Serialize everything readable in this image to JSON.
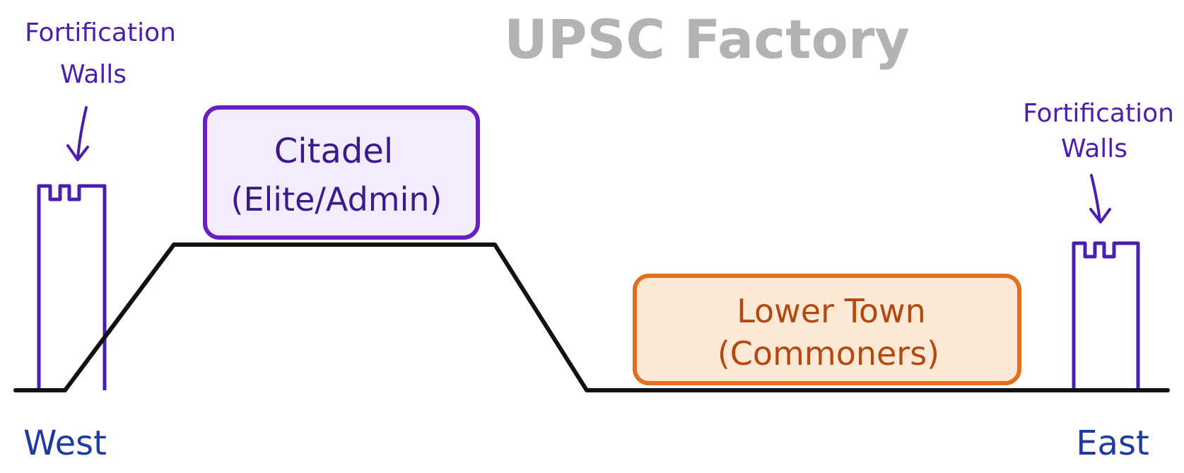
{
  "watermark": {
    "text": "UPSC Factory",
    "color": "#b3b3b3"
  },
  "labels": {
    "west_wall_line1": "Fortification",
    "west_wall_line2": "Walls",
    "east_wall_line1": "Fortification",
    "east_wall_line2": "Walls",
    "west": "West",
    "east": "East"
  },
  "citadel": {
    "line1": "Citadel",
    "line2": "(Elite/Admin)",
    "stroke": "#6a1fc0",
    "fill": "#f3ecfd",
    "text_color": "#3d1a8c"
  },
  "lower_town": {
    "line1": "Lower Town",
    "line2": "(Commoners)",
    "stroke": "#e07020",
    "fill": "#fde9d6",
    "text_color": "#b4480f"
  },
  "colors": {
    "tower": "#4a1fb0",
    "ground": "#111111",
    "annotation": "#4a1fb0",
    "direction": "#1f3aa0"
  }
}
